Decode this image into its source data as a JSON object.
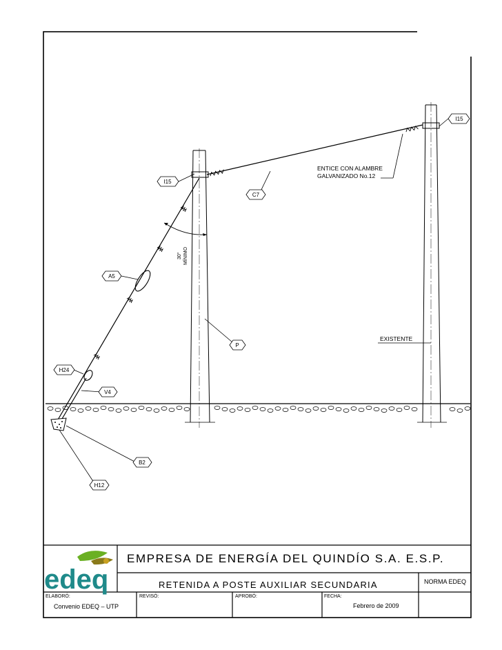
{
  "drawing": {
    "labels": {
      "top_right_marker": "I15",
      "left_marker": "I15",
      "conductor_marker": "C7",
      "insulator_marker": "A5",
      "pole_marker": "P",
      "hook_marker": "H24",
      "guy_marker": "V4",
      "anchor_marker": "B2",
      "plate_marker": "H12",
      "note_line1": "ENTICE  CON  ALAMBRE",
      "note_line2": "GALVANIZADO  No.12",
      "existing": "EXISTENTE",
      "angle_value": "30°",
      "angle_text": "MÍNIMO"
    }
  },
  "title_block": {
    "logo_text": "edeq",
    "company": "EMPRESA DE ENERGÍA DEL QUINDÍO S.A.  E.S.P.",
    "drawing_title": "RETENIDA  A  POSTE  AUXILIAR  SECUNDARIA",
    "norma": "NORMA  EDEQ",
    "elaboro_label": "ELABORÓ:",
    "elaboro_value": "Convenio  EDEQ  –  UTP",
    "reviso_label": "REVISÓ:",
    "aprobo_label": "APROBÓ:",
    "fecha_label": "FECHA:",
    "fecha_value": "Febrero  de  2009"
  },
  "colors": {
    "logo_green": "#6ab023",
    "logo_olive": "#8a7a1a",
    "logo_teal": "#1f8a8a",
    "ink": "#000000"
  }
}
